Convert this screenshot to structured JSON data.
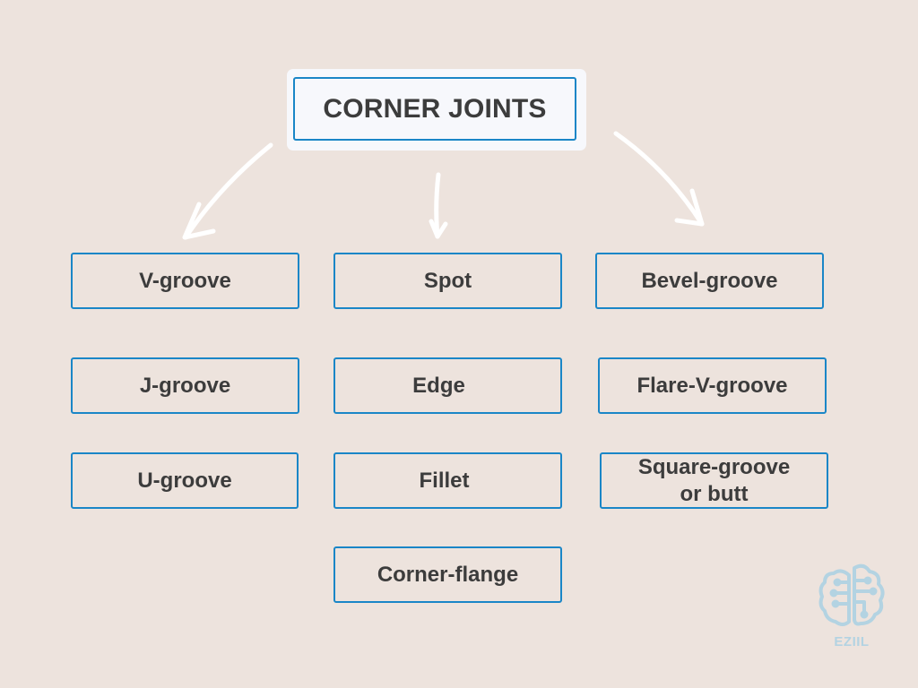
{
  "title": "CORNER JOINTS",
  "columns": [
    {
      "items": [
        "V-groove",
        "J-groove",
        "U-groove"
      ]
    },
    {
      "items": [
        "Spot",
        "Edge",
        "Fillet",
        "Corner-flange"
      ]
    },
    {
      "items": [
        "Bevel-groove",
        "Flare-V-groove",
        "Square-groove or butt"
      ]
    }
  ],
  "nodes": {
    "v_groove": "V-groove",
    "j_groove": "J-groove",
    "u_groove": "U-groove",
    "spot": "Spot",
    "edge": "Edge",
    "fillet": "Fillet",
    "corner_flange": "Corner-flange",
    "bevel_groove": "Bevel-groove",
    "flare_v_groove": "Flare-V-groove",
    "square_groove_line1": "Square-groove",
    "square_groove_line2": "or butt"
  },
  "logo": {
    "icon": "brain-circuit-icon",
    "text": "EZIIL"
  },
  "colors": {
    "background": "#ede3dd",
    "border": "#1a86c7",
    "text": "#3c3c3c",
    "title_bg": "#f7f8fc",
    "arrow": "#ffffff",
    "logo": "#b3d3e2"
  }
}
